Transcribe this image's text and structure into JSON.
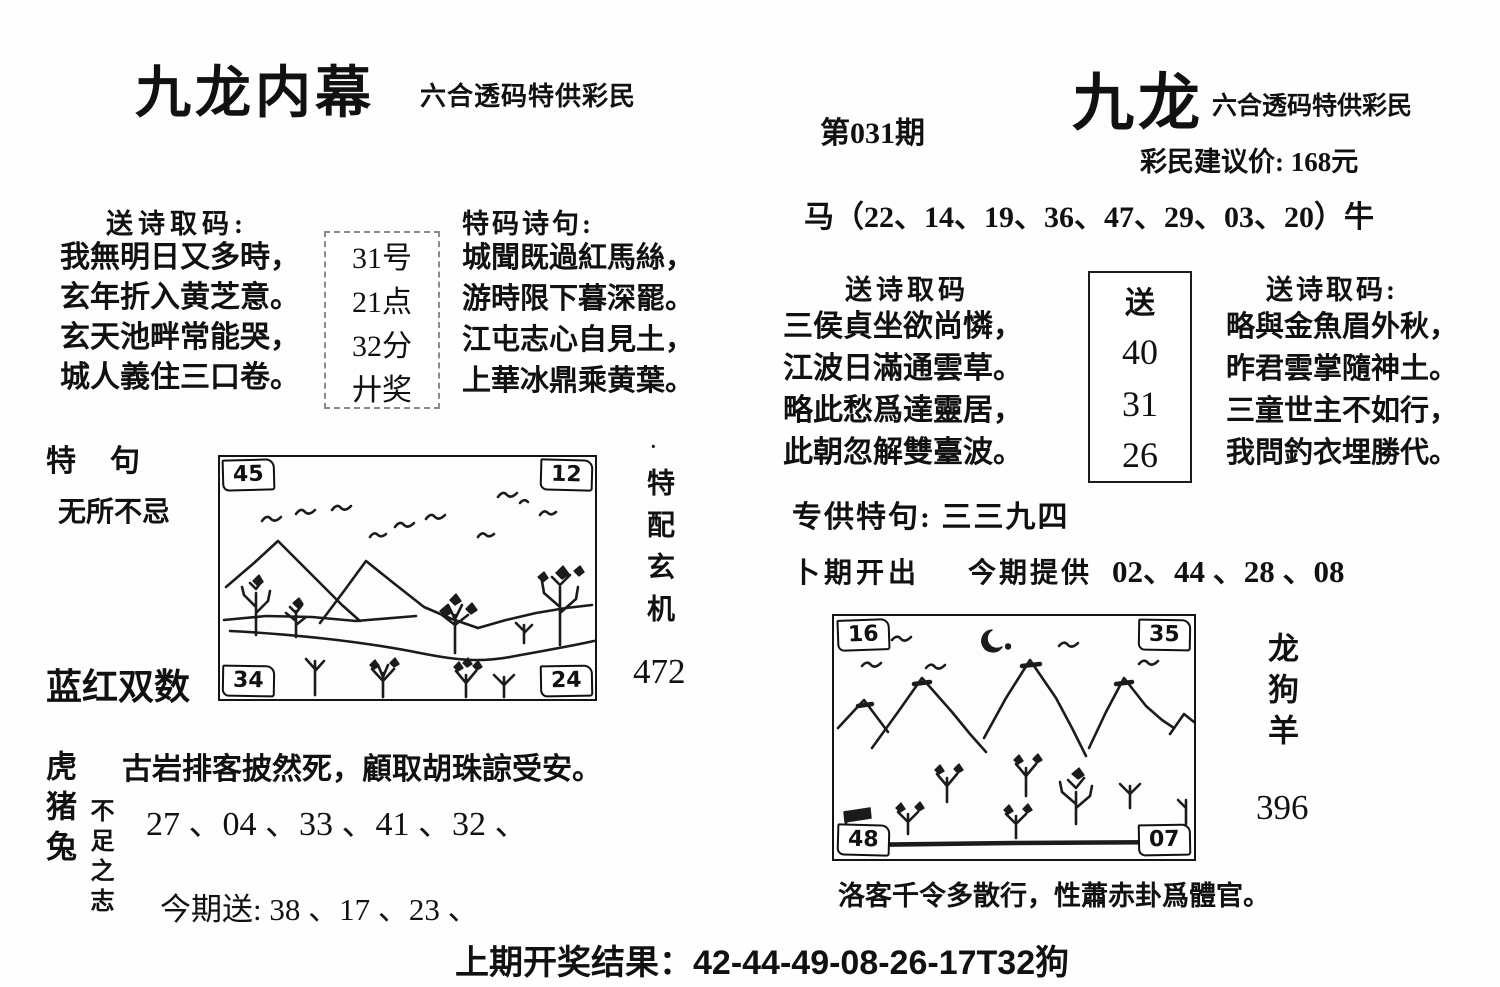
{
  "left_header": {
    "title": "九龙内幕",
    "subtitle": "六合透码特供彩民"
  },
  "right_header": {
    "title": "九龙",
    "subtitle": "六合透码特供彩民",
    "issue": "第031期",
    "price": "彩民建议价: 168元"
  },
  "zodiac_line": "马（22、14、19、36、47、29、03、20）牛",
  "left_poem": {
    "header": "送诗取码:",
    "lines": [
      "我無明日又多時，",
      "玄年折入黄芝意。",
      "玄天池畔常能哭，",
      "城人義住三口卷。"
    ],
    "box": [
      "31号",
      "21点",
      "32分",
      "廾奖"
    ]
  },
  "special_poem": {
    "header": "特码诗句:",
    "lines": [
      "城聞既過紅馬絲，",
      "游時限下暮深罷。",
      "江屯志心自見土，",
      "上華冰鼎乘黄葉。"
    ]
  },
  "mid_poem": {
    "header": "送诗取码",
    "lines": [
      "三侯貞坐欲尚憐，",
      "江波日滿通雲草。",
      "略此愁爲達靈居，",
      "此朝忽解雙臺波。"
    ],
    "box_title": "送",
    "box_numbers": [
      "40",
      "31",
      "26"
    ]
  },
  "right_poem": {
    "header": "送诗取码:",
    "lines": [
      "略與金魚眉外秋，",
      "昨君雲掌隨神土。",
      "三童世主不如行，",
      "我問釣衣埋勝代。"
    ]
  },
  "left_section": {
    "te_ju_label": "特　句",
    "te_ju_value": "无所不忌",
    "lan_hong": "蓝红双数"
  },
  "left_drawing": {
    "corner_tl": "45",
    "corner_tr": "12",
    "corner_bl": "34",
    "corner_br": "24",
    "side_dot": "·",
    "side_text": "特配玄机",
    "number": "472"
  },
  "mid_right": {
    "special_line": "专供特句: 三三九四",
    "prev_label": "卜期开出",
    "curr_label": "今期提供",
    "curr_numbers": "02、44 、28 、08"
  },
  "right_drawing": {
    "corner_tl": "16",
    "corner_tr": "35",
    "corner_bl": "48",
    "corner_br": "07",
    "side_text": "龙狗羊",
    "number": "396",
    "caption": "洛客千令多散行，性蕭赤卦爲體官。"
  },
  "bottom_left": {
    "zodiac_vertical": "虎猪兔",
    "motto_vertical": "不足之志",
    "poem": "古岩排客披然死，顧取胡珠諒受安。",
    "numbers": "27 、04 、33 、41 、32 、",
    "gift": "今期送: 38 、17 、23 、"
  },
  "footer": "上期开奖结果：42-44-49-08-26-17T32狗"
}
